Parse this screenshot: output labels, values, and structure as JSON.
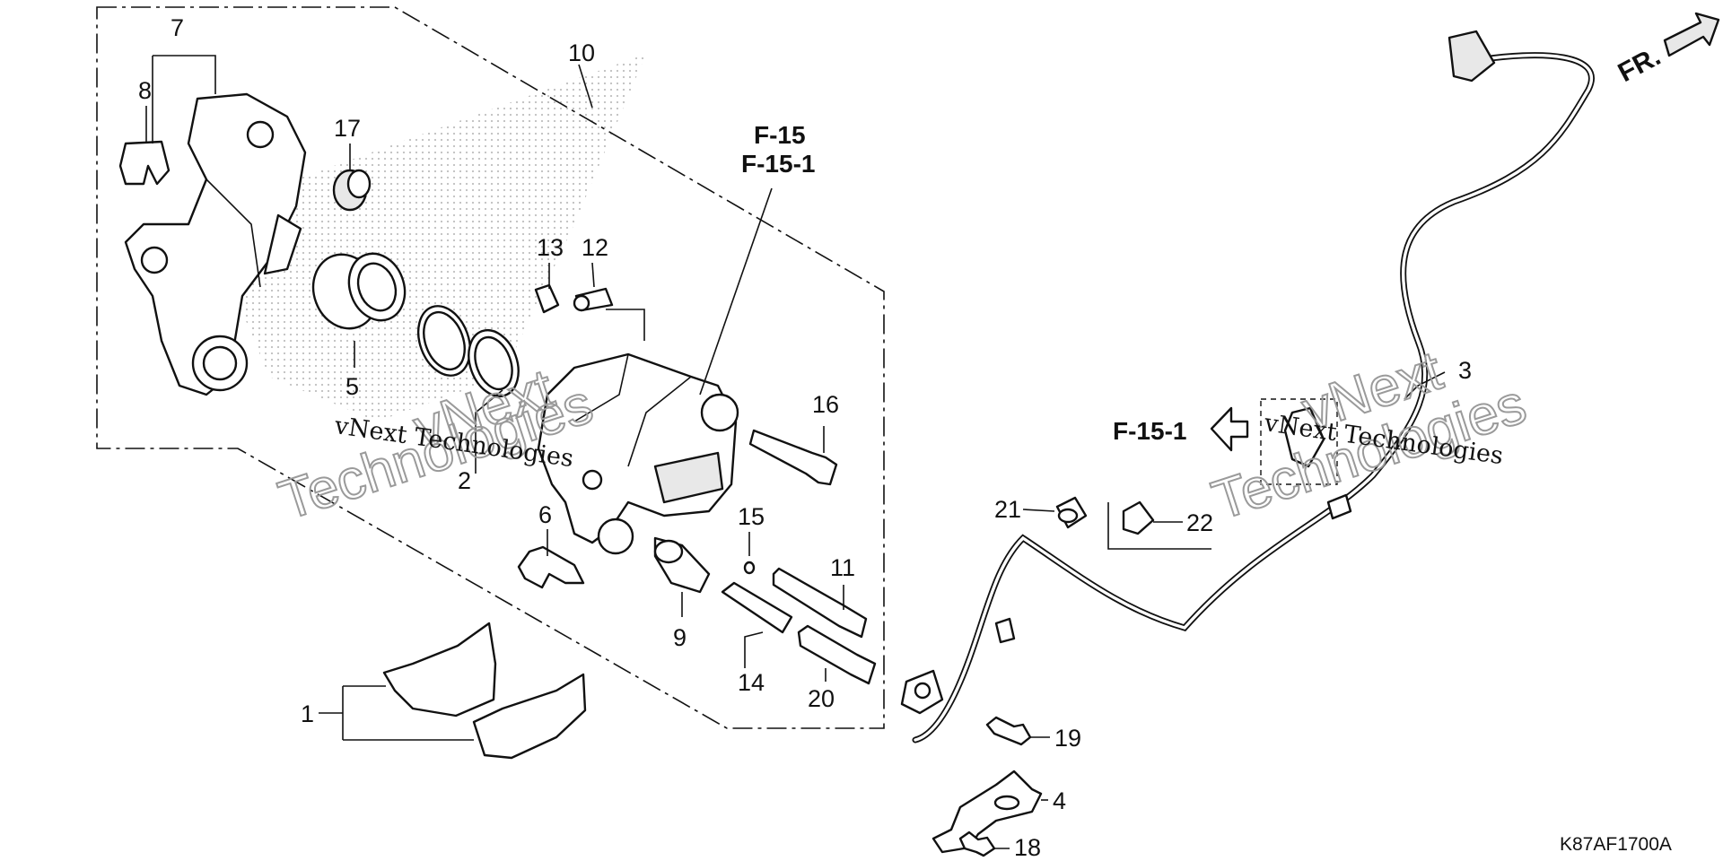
{
  "callouts": {
    "n1": "1",
    "n2": "2",
    "n3": "3",
    "n4": "4",
    "n5": "5",
    "n6": "6",
    "n7": "7",
    "n8": "8",
    "n9": "9",
    "n10": "10",
    "n11": "11",
    "n12": "12",
    "n13": "13",
    "n14": "14",
    "n15": "15",
    "n16": "16",
    "n17": "17",
    "n18": "18",
    "n19": "19",
    "n20": "20",
    "n21": "21",
    "n22": "22"
  },
  "references": {
    "ref_main_a": "F-15",
    "ref_main_b": "F-15-1",
    "ref_side": "F-15-1"
  },
  "direction": {
    "front": "FR."
  },
  "diagram_code": "K87AF1700A",
  "watermarks": {
    "small": "vNext Technologies",
    "big_1": "vNext",
    "big_2": "Technologies"
  }
}
